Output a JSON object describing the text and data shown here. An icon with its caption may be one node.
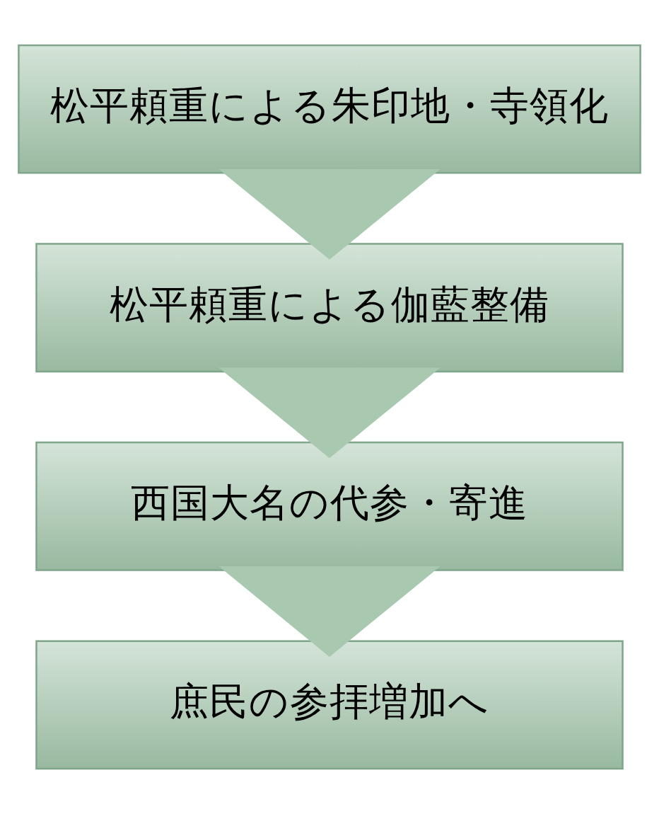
{
  "diagram": {
    "nodes": [
      {
        "text": [
          "松平頼重による朱印地・寺領化"
        ]
      },
      {
        "text": [
          "松平頼重による伽藍整備"
        ]
      },
      {
        "text": [
          "西国大名の代参・寄進"
        ]
      },
      {
        "text": [
          "庶民の参拝増加へ"
        ]
      }
    ],
    "edges": [
      {
        "from": 0,
        "to": 1,
        "arrow": "to"
      },
      {
        "from": 1,
        "to": 2,
        "arrow": "to"
      },
      {
        "from": 2,
        "to": 3,
        "arrow": "to"
      }
    ]
  }
}
